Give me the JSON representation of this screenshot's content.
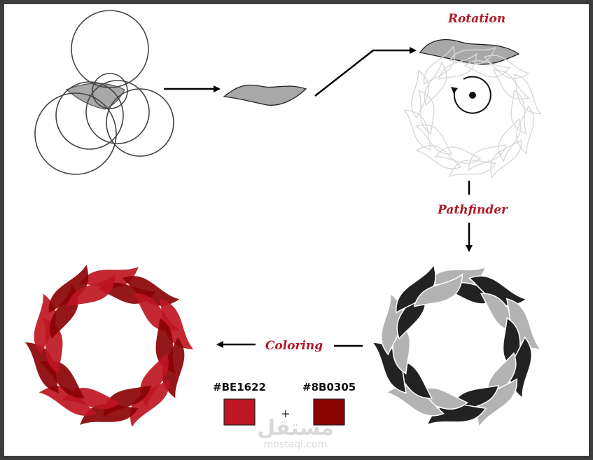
{
  "steps": {
    "rotation": "Rotation",
    "pathfinder": "Pathfinder",
    "coloring": "Coloring"
  },
  "swatches": [
    {
      "hex": "#BE1622",
      "color": "#BE1622"
    },
    {
      "hex": "#8B0305",
      "color": "#8B0305"
    }
  ],
  "plus": "+",
  "watermark": {
    "arabic": "مستقل",
    "latin": "mostaql.com"
  },
  "colors": {
    "label": "#b01b2a",
    "petal_gray": "#a8a8a8",
    "wire": "#d8d8d8",
    "dark_gray": "#222222",
    "light_gray": "#b3b3b3",
    "red": "#BE1622",
    "dark_red": "#8B0305"
  },
  "rings": {
    "count": 10,
    "icons": [
      "shape-stage",
      "wire-ring",
      "gray-ring",
      "red-ring"
    ]
  }
}
